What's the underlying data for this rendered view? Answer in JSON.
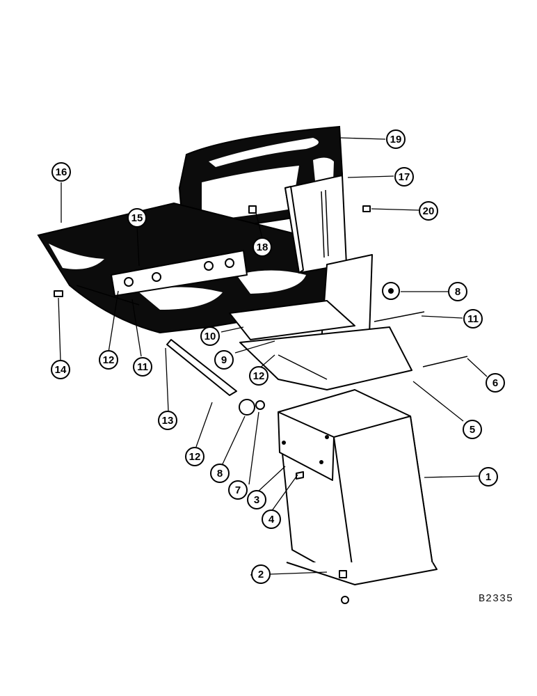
{
  "figure_id": "B2335",
  "callouts": [
    {
      "label": "1"
    },
    {
      "label": "2"
    },
    {
      "label": "3"
    },
    {
      "label": "4"
    },
    {
      "label": "5"
    },
    {
      "label": "6"
    },
    {
      "label": "7"
    },
    {
      "label": "8"
    },
    {
      "label": "8"
    },
    {
      "label": "9"
    },
    {
      "label": "10"
    },
    {
      "label": "11"
    },
    {
      "label": "11"
    },
    {
      "label": "12"
    },
    {
      "label": "12"
    },
    {
      "label": "12"
    },
    {
      "label": "13"
    },
    {
      "label": "14"
    },
    {
      "label": "15"
    },
    {
      "label": "16"
    },
    {
      "label": "17"
    },
    {
      "label": "18"
    },
    {
      "label": "19"
    },
    {
      "label": "20"
    }
  ]
}
